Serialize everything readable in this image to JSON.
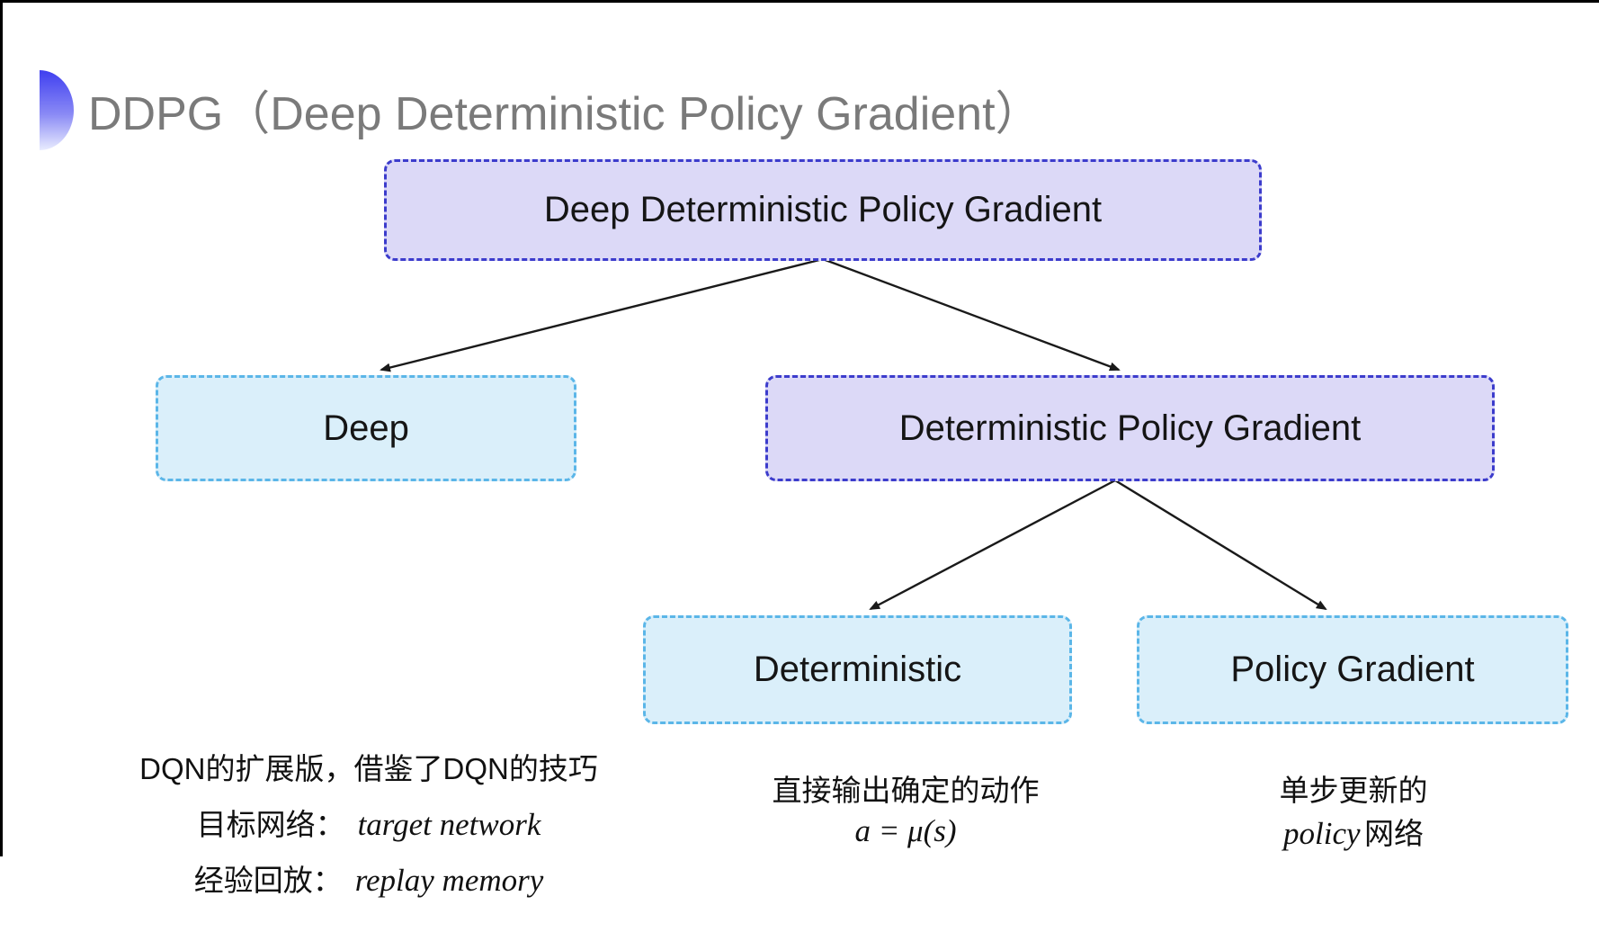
{
  "title": {
    "text": "DDPG（Deep Deterministic Policy Gradient）"
  },
  "nodes": {
    "root": {
      "label": "Deep Deterministic Policy Gradient"
    },
    "deep": {
      "label": "Deep"
    },
    "dpg": {
      "label": "Deterministic Policy Gradient"
    },
    "deterministic": {
      "label": "Deterministic"
    },
    "policy_gradient": {
      "label": "Policy Gradient"
    }
  },
  "annotations": {
    "deep": {
      "line1": "DQN的扩展版，借鉴了DQN的技巧",
      "target_zh": "目标网络：",
      "target_en": "target network",
      "replay_zh": "经验回放：",
      "replay_en": "replay memory"
    },
    "deterministic": {
      "line1": "直接输出确定的动作",
      "formula": "a = μ(s)"
    },
    "policy_gradient": {
      "line1": "单步更新的",
      "word_en": "policy",
      "word_zh": "网络"
    }
  },
  "colors": {
    "lavender_fill": "#dcd9f7",
    "lavender_border": "#3c3ccc",
    "cyan_fill": "#daeffa",
    "cyan_border": "#5bb6e8",
    "title_gray": "#7a7a7a",
    "icon_blue_top": "#3f3ff0",
    "arrow_black": "#1a1a1a"
  }
}
